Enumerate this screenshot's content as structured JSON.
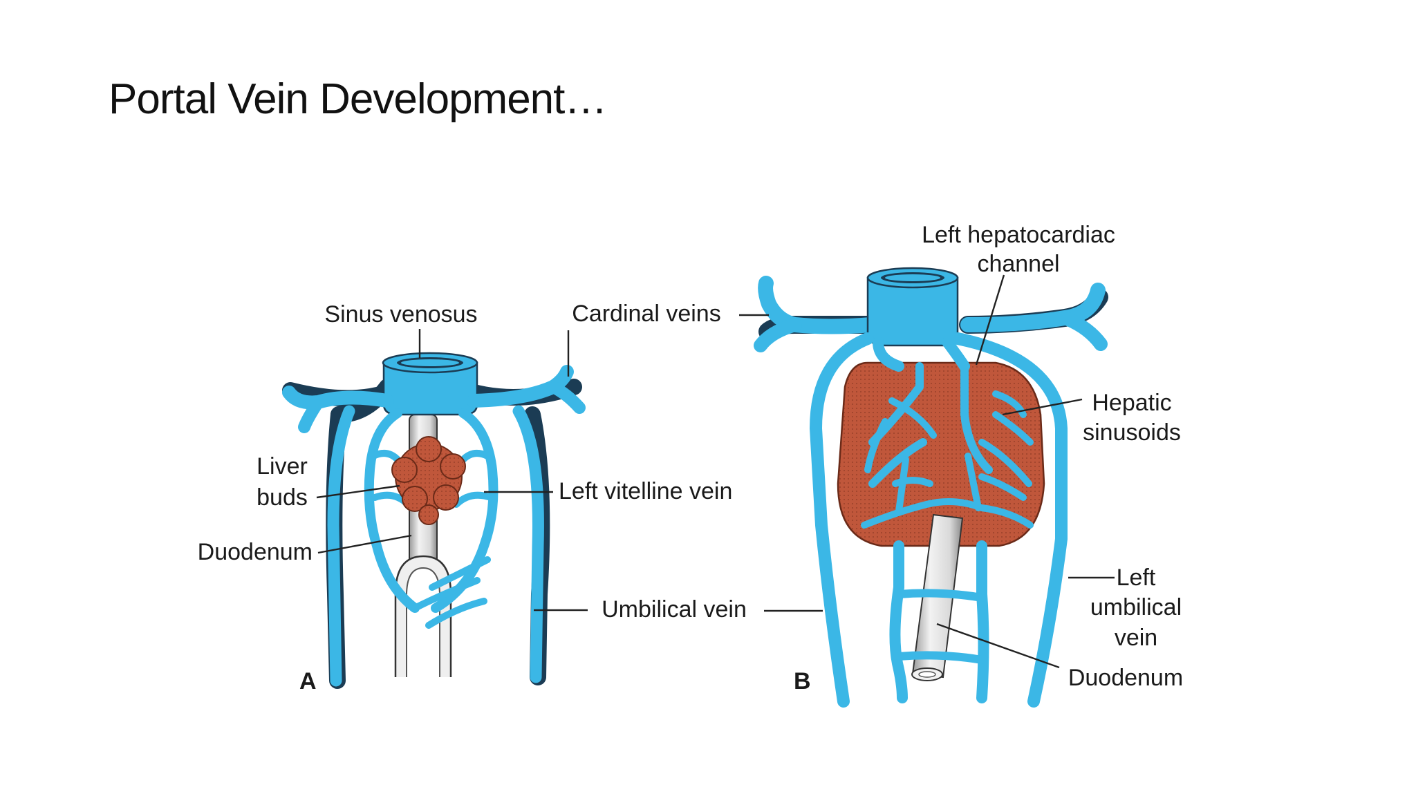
{
  "slide": {
    "title": "Portal Vein Development…"
  },
  "colors": {
    "vein": "#3bb7e6",
    "vein_outline": "#1b3c54",
    "liver": "#c0573b",
    "duodenum": "#e6e6e6"
  },
  "panel_a": {
    "letter": "A",
    "labels": {
      "sinus_venosus": "Sinus venosus",
      "cardinal_veins": "Cardinal veins",
      "liver_buds_line1": "Liver",
      "liver_buds_line2": "buds",
      "left_vitelline_vein": "Left vitelline vein",
      "duodenum": "Duodenum",
      "umbilical_vein": "Umbilical vein"
    }
  },
  "panel_b": {
    "letter": "B",
    "labels": {
      "left_hepatocardiac_line1": "Left hepatocardiac",
      "left_hepatocardiac_line2": "channel",
      "hepatic_sinusoids_line1": "Hepatic",
      "hepatic_sinusoids_line2": "sinusoids",
      "left_umbilical_line1": "Left",
      "left_umbilical_line2": "umbilical",
      "left_umbilical_line3": "vein",
      "duodenum": "Duodenum"
    }
  }
}
